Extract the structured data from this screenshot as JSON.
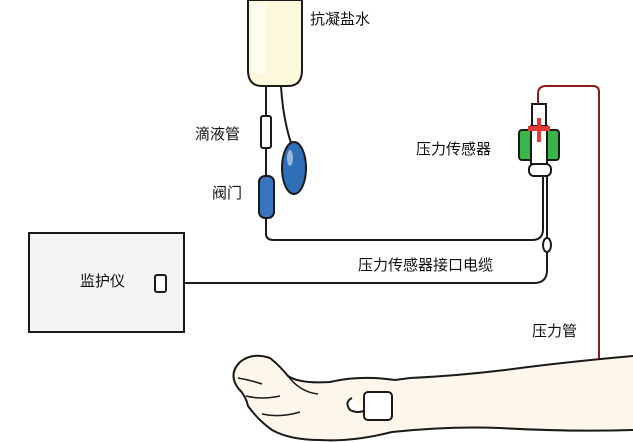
{
  "labels": {
    "saline": "抗凝盐水",
    "drip_tube": "滴液管",
    "valve": "阀门",
    "pressure_sensor": "压力传感器",
    "sensor_cable": "压力传感器接口电缆",
    "monitor": "监护仪",
    "pressure_tube": "压力管"
  },
  "colors": {
    "line": "#1a1a1a",
    "saline_bag": "#fbf8dc",
    "bulb": "#2f6fb7",
    "valve": "#3a73bd",
    "sensor_green": "#39b54a",
    "sensor_red": "#e53935",
    "pressure_tube": "#8b1c1c",
    "skin": "#fdf6ea",
    "monitor_fill": "#f4f4f4"
  }
}
